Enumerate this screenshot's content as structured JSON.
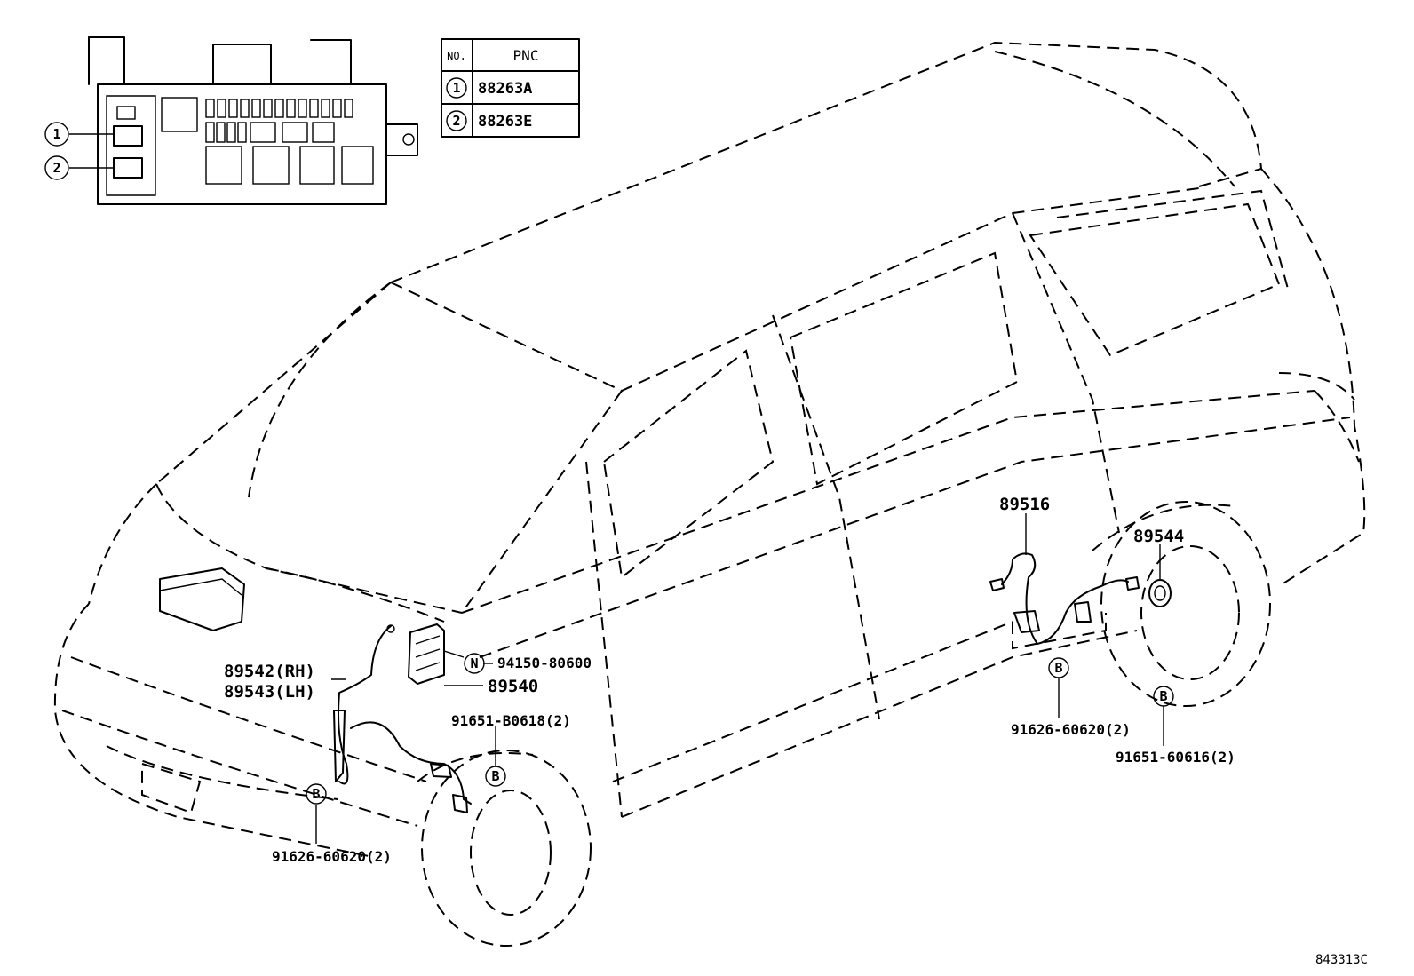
{
  "table": {
    "headers": [
      "NO.",
      "PNC"
    ],
    "rows": [
      {
        "no": "1",
        "pnc": "88263A"
      },
      {
        "no": "2",
        "pnc": "88263E"
      }
    ]
  },
  "relay_box_callouts": [
    "1",
    "2"
  ],
  "parts": [
    {
      "id": "p89542",
      "label": "89542(RH)"
    },
    {
      "id": "p89543",
      "label": "89543(LH)"
    },
    {
      "id": "p94150",
      "label": "94150-80600",
      "badge": "N"
    },
    {
      "id": "p89540",
      "label": "89540"
    },
    {
      "id": "p91651f",
      "label": "91651-B0618(2)",
      "badge": "B"
    },
    {
      "id": "p91626f",
      "label": "91626-60620(2)",
      "badge": "B"
    },
    {
      "id": "p89516",
      "label": "89516"
    },
    {
      "id": "p89544",
      "label": "89544"
    },
    {
      "id": "p91626r",
      "label": "91626-60620(2)",
      "badge": "B"
    },
    {
      "id": "p91651r",
      "label": "91651-60616(2)",
      "badge": "B"
    }
  ],
  "reference_code": "843313C"
}
